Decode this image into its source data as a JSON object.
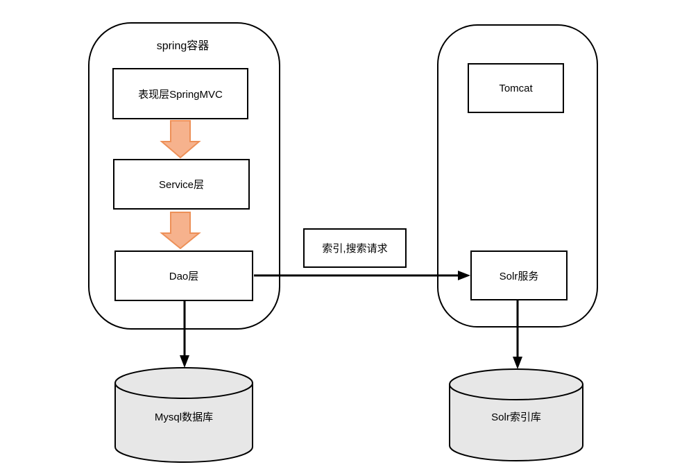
{
  "diagram": {
    "spring_container": {
      "title": "spring容器"
    },
    "nodes": {
      "springmvc": {
        "label": "表现层SpringMVC"
      },
      "service": {
        "label": "Service层"
      },
      "dao": {
        "label": "Dao层"
      },
      "tomcat": {
        "label": "Tomcat"
      },
      "solr_service": {
        "label": "Solr服务"
      },
      "mysql_db": {
        "label": "Mysql数据库"
      },
      "solr_index": {
        "label": "Solr索引库"
      }
    },
    "edges": {
      "dao_to_solr": {
        "label": "索引,搜索请求"
      }
    },
    "colors": {
      "background": "#ffffff",
      "node_border": "#000000",
      "connector": "#000000",
      "block_arrow_fill": "#f6b28d",
      "block_arrow_stroke": "#ed9058",
      "cylinder_fill": "#e7e7e7"
    }
  }
}
